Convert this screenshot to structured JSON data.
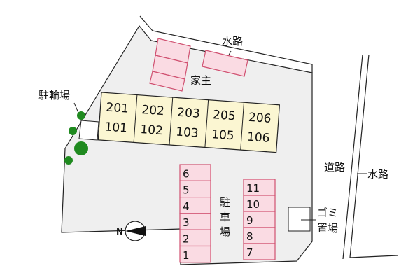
{
  "labels": {
    "channel_top": "水路",
    "owner": "家主",
    "bike_parking": "駐輪場",
    "road": "道路",
    "channel_right": "水路",
    "car_parking": [
      "駐",
      "車",
      "場"
    ],
    "garbage": [
      "ゴミ",
      "置場"
    ],
    "compass": "N"
  },
  "units": [
    {
      "upper": "201",
      "lower": "101"
    },
    {
      "upper": "202",
      "lower": "102"
    },
    {
      "upper": "203",
      "lower": "103"
    },
    {
      "upper": "205",
      "lower": "105"
    },
    {
      "upper": "206",
      "lower": "106"
    }
  ],
  "parking_left": [
    "6",
    "5",
    "4",
    "3",
    "2",
    "1"
  ],
  "parking_right": [
    "11",
    "10",
    "9",
    "8",
    "7"
  ],
  "colors": {
    "lot": "#efefef",
    "unit": "#fbf6d2",
    "parking_fill": "#fadbe3",
    "parking_stroke": "#d05070",
    "tree": "#1f8a1f"
  }
}
